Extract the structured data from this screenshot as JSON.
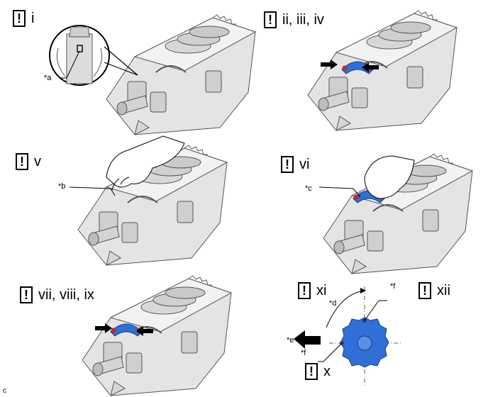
{
  "steps": [
    {
      "icon": "!",
      "label": "i"
    },
    {
      "icon": "!",
      "label": "ii, iii, iv"
    },
    {
      "icon": "!",
      "label": "v"
    },
    {
      "icon": "!",
      "label": "vi"
    },
    {
      "icon": "!",
      "label": "vii, viii, ix"
    },
    {
      "icon": "!",
      "label": "xi"
    },
    {
      "icon": "!",
      "label": "xii"
    },
    {
      "icon": "!",
      "label": "x"
    }
  ],
  "callouts": {
    "a": "*a",
    "b": "*b",
    "c": "*c",
    "d": "*d",
    "e": "*e",
    "f_top": "*f",
    "f_bottom": "*f"
  },
  "figure_code": "c",
  "colors": {
    "cap_blue": "#2f6fd6",
    "marker_red": "#d0202a",
    "engine_gray": "#e2e2e2",
    "outline": "#444444"
  },
  "icons": [
    "warning-box-icon",
    "arrow-icon",
    "hand-icon",
    "crankshaft-icon",
    "bearing-cap-icon"
  ]
}
